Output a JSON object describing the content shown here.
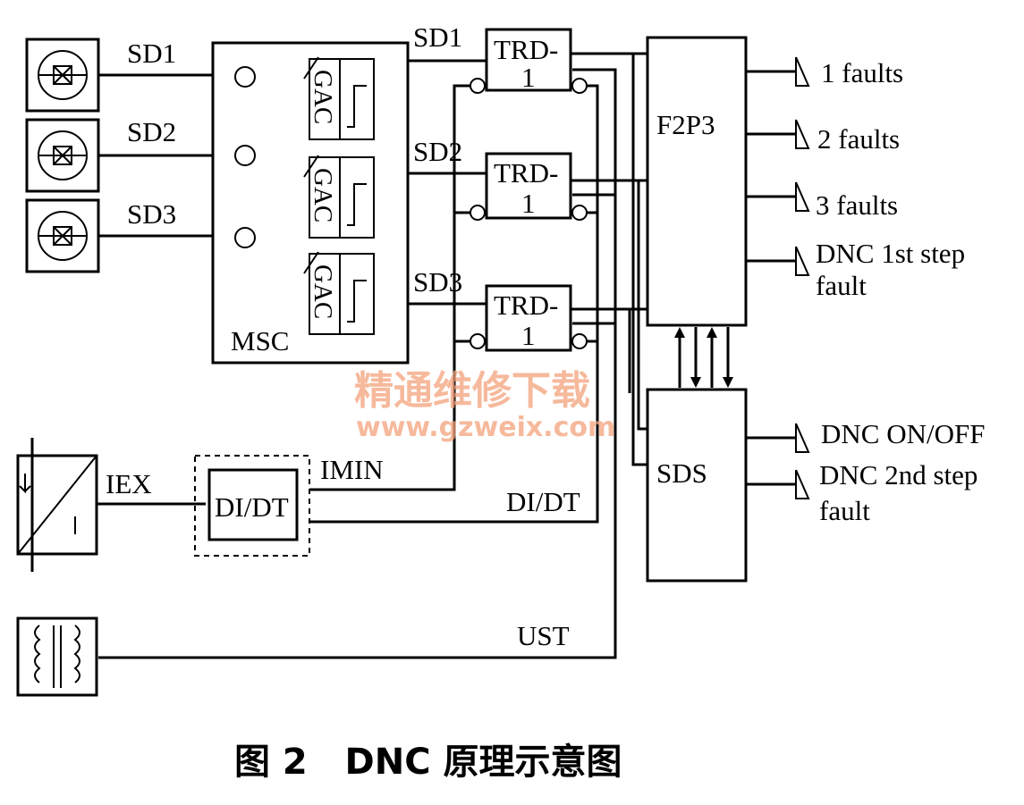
{
  "blocks": {
    "msc": "MSC",
    "gac": "GAC",
    "trd_line1": "TRD-",
    "trd_line2": "1",
    "f2p3": "F2P3",
    "sds": "SDS",
    "didt_box": "DI/DT"
  },
  "signals": {
    "sd1": "SD1",
    "sd2": "SD2",
    "sd3": "SD3",
    "iex": "IEX",
    "imin": "IMIN",
    "didt": "DI/DT",
    "ust": "UST"
  },
  "outputs": {
    "faults1": "1 faults",
    "faults2": "2 faults",
    "faults3": "3 faults",
    "step1_line1": "DNC 1st step",
    "step1_line2": "fault",
    "onoff": "DNC ON/OFF",
    "step2_line1": "DNC 2nd step",
    "step2_line2": "fault"
  },
  "watermark": {
    "cn": "精通维修下载",
    "url": "www.gzweix.com"
  },
  "caption": "图 2   DNC 原理示意图"
}
